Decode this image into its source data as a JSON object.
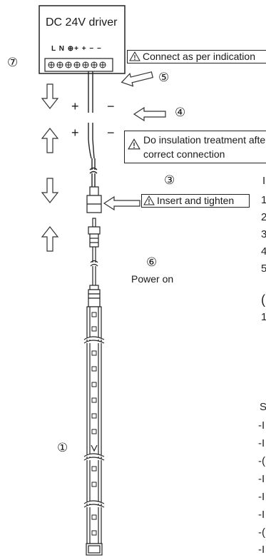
{
  "driver": {
    "title": "DC 24V driver",
    "terminal_labels": "L N ⊕+ + − −"
  },
  "markers": {
    "m1": "①",
    "m3": "③",
    "m4": "④",
    "m5": "⑤",
    "m6": "⑥",
    "m7": "⑦"
  },
  "callouts": {
    "connect": "Connect as per indication",
    "insulation_line1": "Do insulation treatment after",
    "insulation_line2": "correct connection",
    "insert": "Insert and tighten"
  },
  "polarity": {
    "plus": "+",
    "minus": "−"
  },
  "power_on": "Power on",
  "right_edge": {
    "header_fragment": "I",
    "steps": [
      "1",
      "2",
      "3",
      "4",
      "5"
    ],
    "note_fragment_a": "(",
    "note_fragment_b": "1",
    "section_fragment": "S",
    "dashes": [
      "-I",
      "-I",
      "-(",
      "-I",
      "-I",
      "-I",
      "-(",
      "-I"
    ]
  },
  "icons": {
    "warning": "warning-triangle-icon",
    "arrow_down": "hollow-arrow-down-icon",
    "arrow_up": "hollow-arrow-up-icon",
    "arrow_left": "hollow-arrow-left-icon"
  }
}
